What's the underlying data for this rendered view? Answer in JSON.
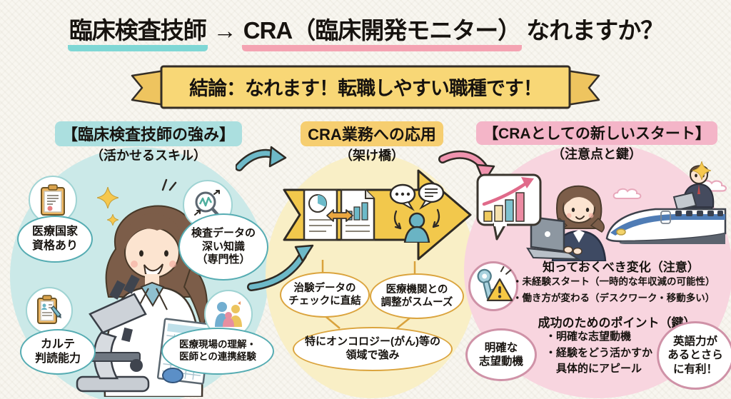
{
  "title": {
    "source": "臨床検査技師",
    "arrow": "→",
    "target": "CRA（臨床開発モニター）",
    "question": "なれますか？"
  },
  "banner": {
    "text": "結論：なれます！転職しやすい職種です！"
  },
  "left": {
    "heading": "【臨床検査技師の強み】",
    "subheading": "（活かせるスキル）",
    "skills": [
      {
        "label": "医療国家\n資格あり",
        "icon": "certificate-icon"
      },
      {
        "label": "検査データの\n深い知識\n（専門性）",
        "icon": "magnifier-data-icon"
      },
      {
        "label": "カルテ\n判読能力",
        "icon": "clipboard-pen-icon"
      },
      {
        "label": "医療現場の理解・\n医師との連携経験",
        "icon": "team-people-icon"
      }
    ],
    "illustration": "female-lab-technician-with-microscope"
  },
  "middle": {
    "heading": "CRA業務への応用",
    "subheading": "（架け橋）",
    "arrow_icons": [
      "document-compare-icon",
      "communication-icon"
    ],
    "applications": [
      {
        "label": "治験データの\nチェックに直結"
      },
      {
        "label": "医療機関との\n調整がスムーズ"
      },
      {
        "label": "特にオンコロジー(がん)等の\n領域で強み"
      }
    ]
  },
  "right": {
    "heading": "【CRAとしての新しいスタート】",
    "subheading": "（注意点と鍵）",
    "changes": {
      "heading": "知っておくべき変化（注意）",
      "items": "・未経験スタート（一時的な年収減の可能性）\n・働き方が変わる（デスクワーク・移動多い）",
      "icon": "key-warning-icon"
    },
    "points": {
      "heading": "成功のためのポイント（鍵）",
      "items": "・明確な志望動機\n・経験をどう活かすか\n　具体的にアピール"
    },
    "bubble_motivation": "明確な\n志望動機",
    "bubble_english": "英語力が\nあるとさら\nに有利！",
    "illustration": "cra-woman-at-laptop-and-man-on-shinkansen"
  },
  "colors": {
    "background": "#f8f6f0",
    "title_underline_teal": "#7fd7d5",
    "title_underline_pink": "#f4a3b2",
    "ribbon_fill": "#f8d776",
    "left_circle": "#cbe9e8",
    "left_heading_bg": "#abdfdf",
    "middle_ellipse": "#f9efc6",
    "middle_heading_bg": "#f6ce70",
    "big_arrow_fill": "#f2c84c",
    "right_circle": "#f8d5df",
    "right_heading_bg": "#f4b5c8",
    "teal_arrow": "#6db9c8",
    "pink_arrow": "#ef93ae",
    "text": "#17130f"
  }
}
